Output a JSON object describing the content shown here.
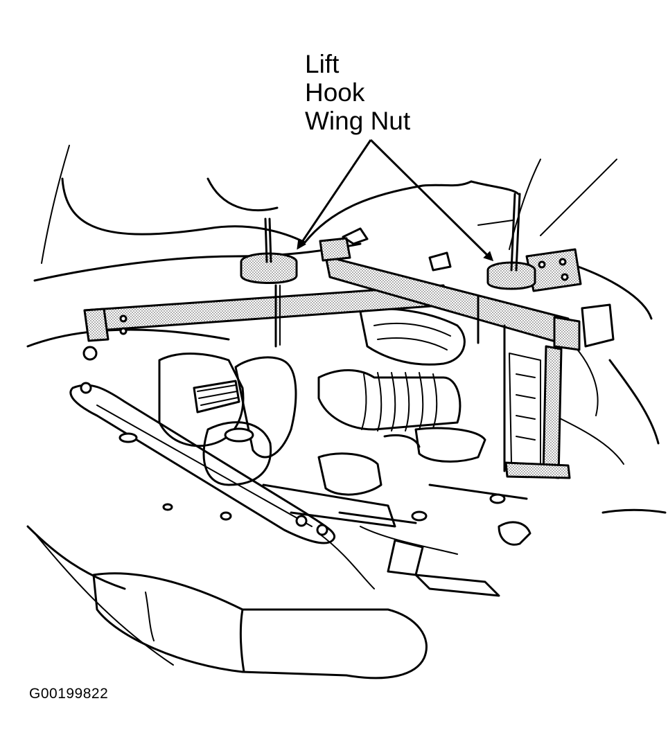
{
  "callout": {
    "lines": [
      "Lift",
      "Hook",
      "Wing Nut"
    ]
  },
  "figure_id": "G00199822",
  "colors": {
    "line": "#000000",
    "background": "#ffffff",
    "stipple": "#9a9a9a"
  }
}
